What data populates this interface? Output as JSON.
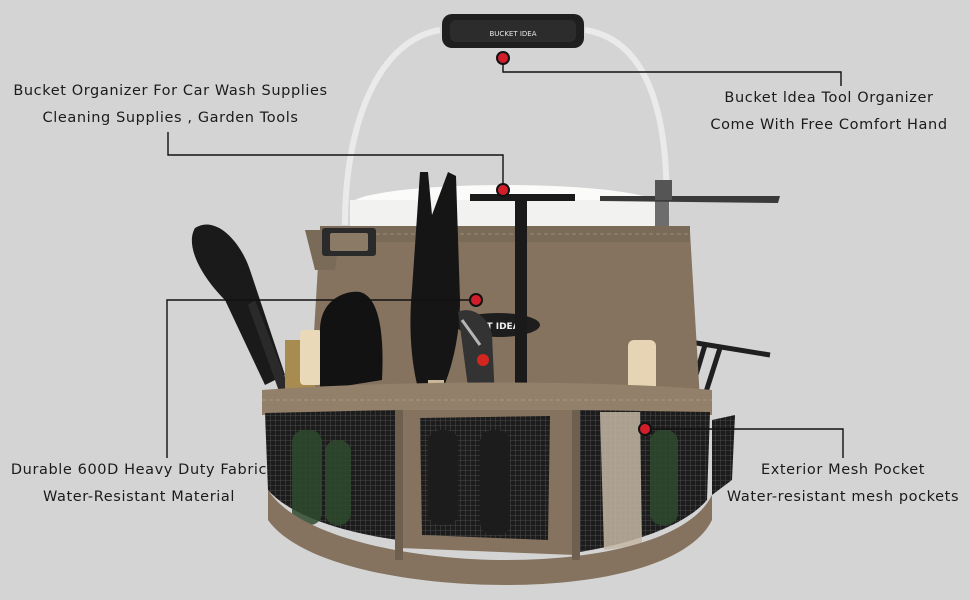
{
  "product": {
    "handle_brand": "BUCKET IDEA",
    "front_brand": "ET IDEA"
  },
  "callouts": {
    "top_left": {
      "line1": "Bucket Organizer For Car Wash Supplies",
      "line2": "Cleaning Supplies , Garden Tools"
    },
    "top_right": {
      "line1": "Bucket ldea Tool Organizer",
      "line2": "Come With Free Comfort Hand"
    },
    "bottom_left": {
      "line1": "Durable 600D Heavy Duty Fabric",
      "line2": "Water-Resistant Material"
    },
    "bottom_right": {
      "line1": "Exterior Mesh Pocket",
      "line2": "Water-resistant mesh pockets"
    }
  },
  "colors": {
    "background": "#d4d4d4",
    "fabric": "#85735f",
    "fabric_dark": "#6e5f4e",
    "bucket": "#f4f4f2",
    "marker": "#d21e2a",
    "leader": "#111111"
  }
}
